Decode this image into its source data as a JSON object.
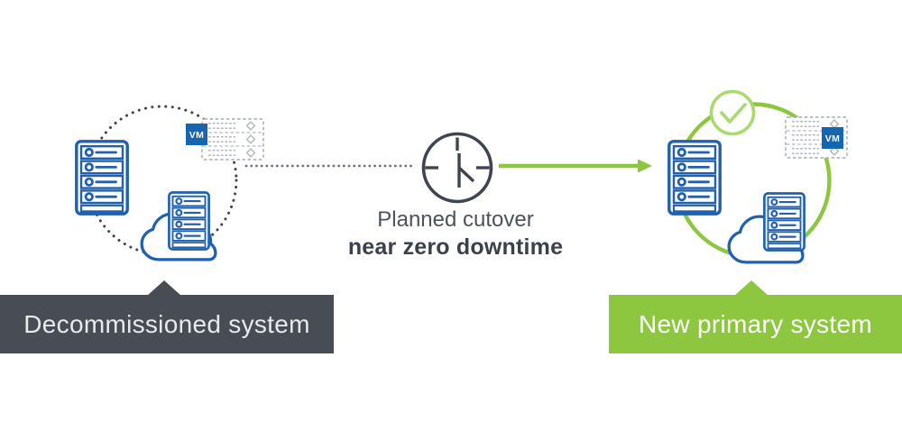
{
  "banners": {
    "left": {
      "label": "Decommissioned system",
      "bg_color": "#474c55",
      "text_color": "#e9eaeb"
    },
    "right": {
      "label": "New primary system",
      "bg_color": "#8dc63f",
      "text_color": "#ffffff"
    }
  },
  "caption": {
    "line1": "Planned cutover",
    "line2": "near zero downtime"
  },
  "vm_badge_label": "VM",
  "colors": {
    "icon_blue": "#2060ac",
    "vm_badge_blue": "#1565b0",
    "green": "#8dc63f",
    "check_green": "#a9da70",
    "clock_charcoal": "#3f4550",
    "dotted_ring_gray": "#3e444e",
    "connector_dot_gray": "#6f7580",
    "host_dash_gray": "#b2b7bf"
  },
  "icons": {
    "left_cluster": [
      "dotted-cycle-ring",
      "server-icon",
      "vm-host-icon",
      "vm-badge",
      "cloud-icon",
      "small-server-icon"
    ],
    "connector": [
      "dotted-connector-line",
      "clock-icon",
      "green-arrow"
    ],
    "right_cluster": [
      "green-cycle-ring",
      "server-icon",
      "vm-host-icon",
      "vm-badge",
      "cloud-icon",
      "small-server-icon",
      "check-circle-icon"
    ]
  }
}
